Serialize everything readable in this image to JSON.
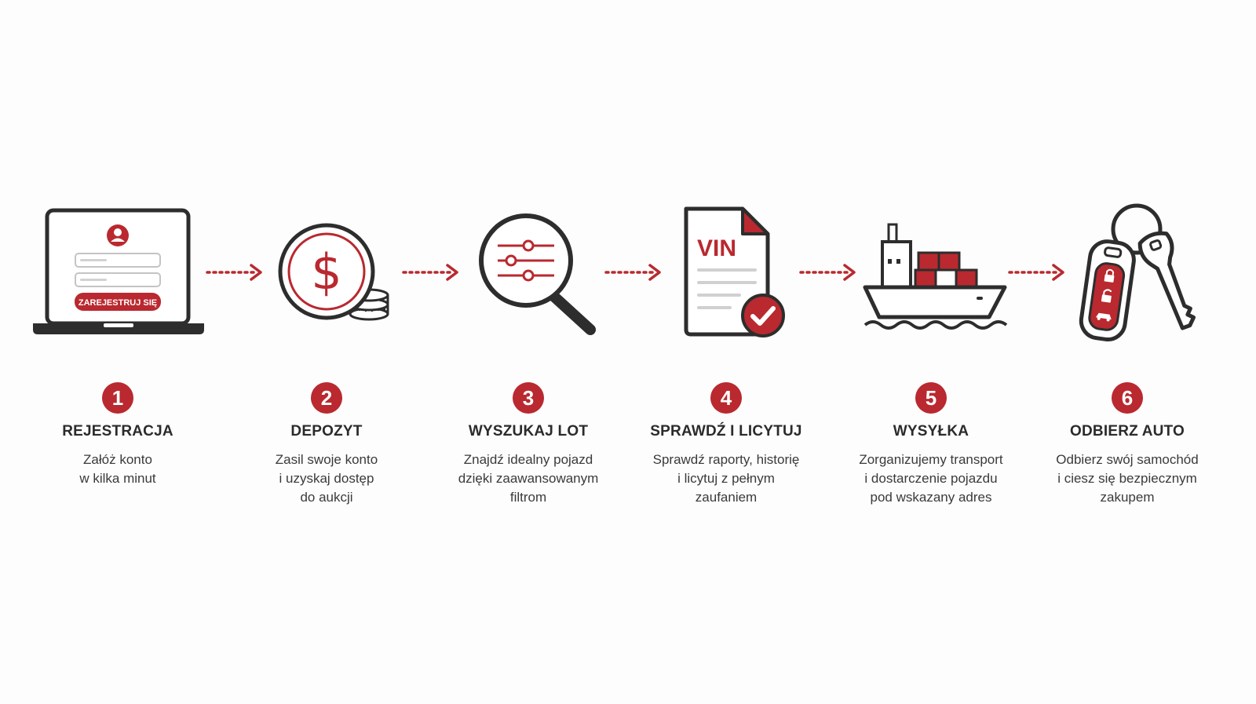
{
  "colors": {
    "accent": "#b9292f",
    "dark": "#2d2d2d",
    "background": "#fdfdfd"
  },
  "icons": [
    "laptop-icon",
    "coin-dollar-icon",
    "magnifier-filter-icon",
    "vin-document-icon",
    "cargo-ship-icon",
    "car-keys-icon"
  ],
  "register_button": "ZAREJESTRUJ SIĘ",
  "vin_label": "VIN",
  "steps": [
    {
      "number": "1",
      "title": "REJESTRACJA",
      "description": "Załóż konto\nw kilka minut"
    },
    {
      "number": "2",
      "title": "DEPOZYT",
      "description": "Zasil swoje konto\ni uzyskaj dostęp\ndo aukcji"
    },
    {
      "number": "3",
      "title": "WYSZUKAJ LOT",
      "description": "Znajdź idealny pojazd\ndzięki zaawansowanym\nfiltrom"
    },
    {
      "number": "4",
      "title": "SPRAWDŹ I LICYTUJ",
      "description": "Sprawdź raporty, historię\ni licytuj z pełnym\nzaufaniem"
    },
    {
      "number": "5",
      "title": "WYSYŁKA",
      "description": "Zorganizujemy transport\ni dostarczenie pojazdu\npod wskazany adres"
    },
    {
      "number": "6",
      "title": "ODBIERZ AUTO",
      "description": "Odbierz swój samochód\ni ciesz się bezpiecznym\nzakupem"
    }
  ]
}
